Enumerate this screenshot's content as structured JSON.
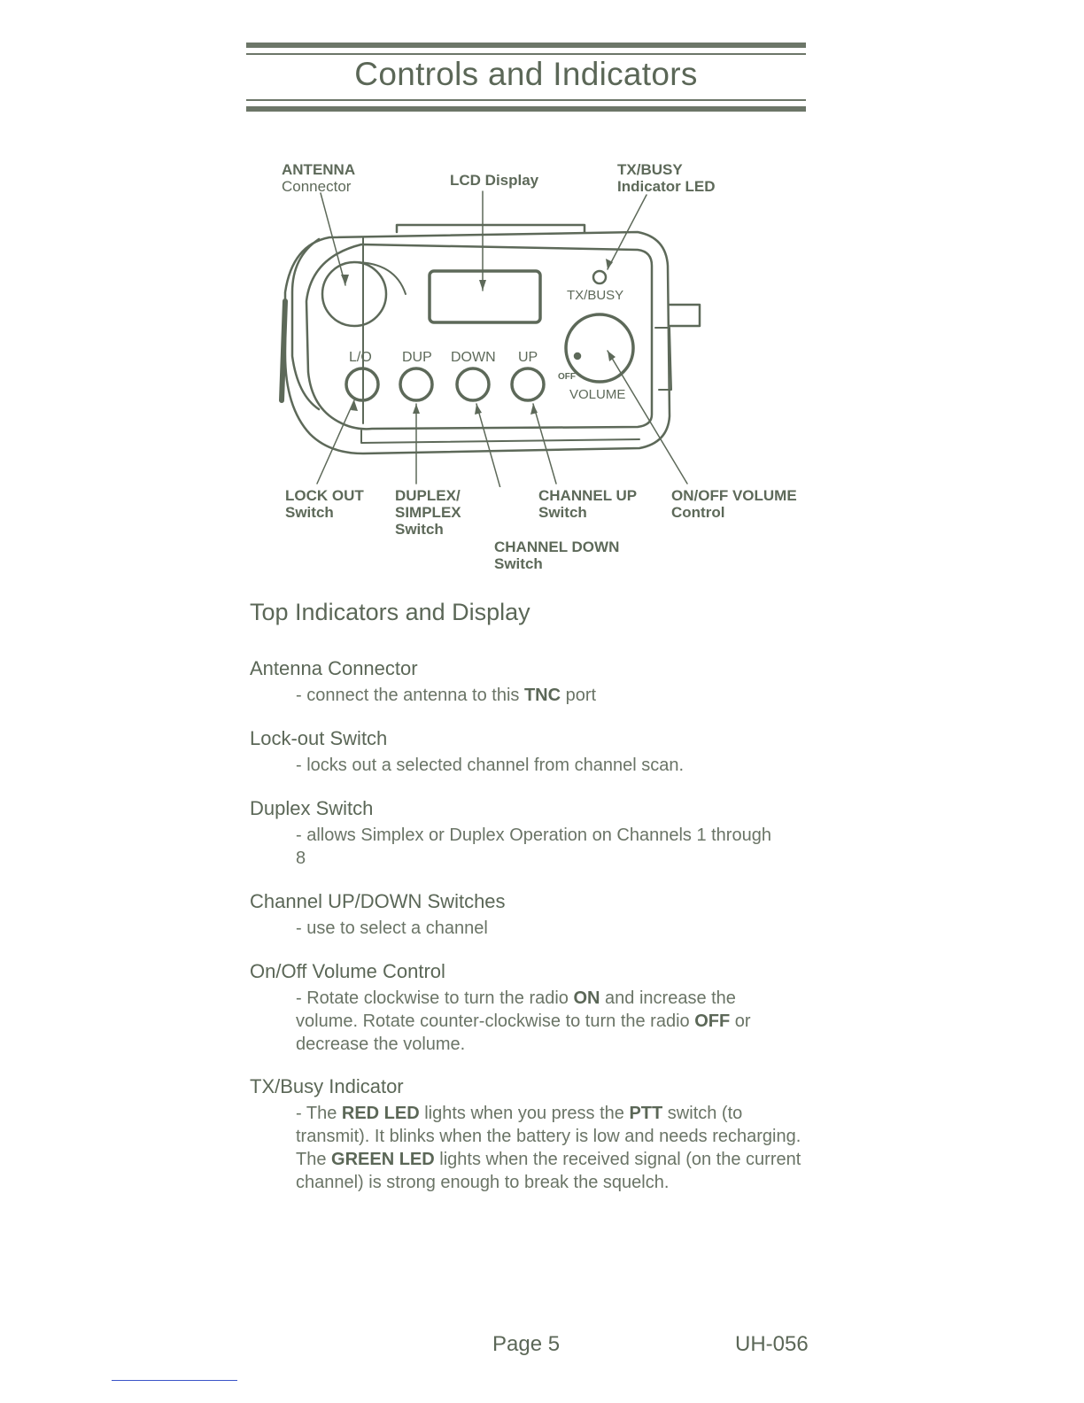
{
  "header": {
    "title": "Controls and Indicators"
  },
  "diagram": {
    "callouts": {
      "antenna": [
        "ANTENNA",
        "Connector"
      ],
      "lcd": [
        "LCD Display"
      ],
      "txbusy": [
        "TX/BUSY",
        "Indicator LED"
      ],
      "lockout": [
        "LOCK OUT",
        "Switch"
      ],
      "duplex": [
        "DUPLEX/",
        "SIMPLEX",
        "Switch"
      ],
      "chup": [
        "CHANNEL UP",
        "Switch"
      ],
      "chdown": [
        "CHANNEL DOWN",
        "Switch"
      ],
      "volume": [
        "ON/OFF VOLUME",
        "Control"
      ]
    },
    "panel_labels": {
      "lo": "L/O",
      "dup": "DUP",
      "down": "DOWN",
      "up": "UP",
      "txbusy": "TX/BUSY",
      "off": "OFF",
      "volume": "VOLUME"
    }
  },
  "section": {
    "title": "Top Indicators and Display"
  },
  "entries": [
    {
      "title": "Antenna Connector",
      "body": [
        "- connect the antenna to this ",
        {
          "b": "TNC"
        },
        " port"
      ]
    },
    {
      "title": "Lock-out Switch",
      "body": [
        "- locks out a selected channel from channel scan."
      ]
    },
    {
      "title": "Duplex Switch",
      "body": [
        "- allows Simplex or Duplex Operation on Channels 1 through 8"
      ]
    },
    {
      "title": "Channel UP/DOWN Switches",
      "body": [
        "- use to select a channel"
      ]
    },
    {
      "title": "On/Off Volume Control",
      "body": [
        "- Rotate clockwise to turn the radio ",
        {
          "b": "ON"
        },
        " and increase the volume.  Rotate counter-clockwise to turn the radio ",
        {
          "b": "OFF"
        },
        " or decrease the volume."
      ]
    },
    {
      "title": "TX/Busy Indicator",
      "body": [
        "- The ",
        {
          "b": "RED LED"
        },
        " lights when you press the ",
        {
          "b": "PTT"
        },
        " switch (to transmit).  It blinks when the battery is low and needs recharging.  The ",
        {
          "b": "GREEN LED"
        },
        " lights when the received signal (on the current channel) is strong enough to break the squelch."
      ]
    }
  ],
  "footer": {
    "page": "Page 5",
    "code": "UH-056"
  }
}
